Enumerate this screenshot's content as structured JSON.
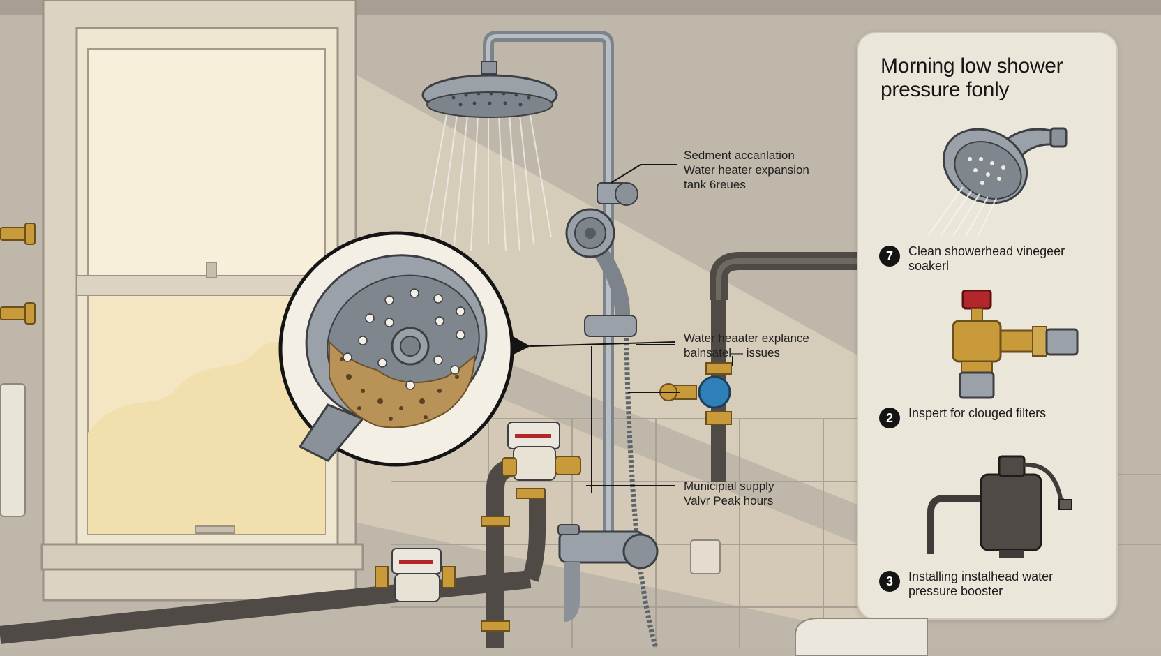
{
  "colors": {
    "wall": "#bdb5a8",
    "window_light": "#f3e9cf",
    "chrome": "#9aa1a8",
    "pipe_dark": "#4f4a46",
    "brass": "#c99a3a",
    "sediment": "#b89256",
    "panel_bg": "#ebe6da",
    "valve_red": "#b3262a",
    "valve_blue": "#2f7fb8"
  },
  "callouts": [
    {
      "lines": [
        "Sedment accanlation",
        "Water heater expansion",
        "tank 6reues"
      ]
    },
    {
      "lines": [
        "Water heaater explance",
        "balnsatel— issues"
      ]
    },
    {
      "lines": [
        "Municipial supply",
        "Valvr Peak hours"
      ]
    }
  ],
  "panel": {
    "title": "Morning low shower pressure fonly",
    "steps": [
      {
        "num": "7",
        "text": "Clean showerhead vinegeer soakerl",
        "icon": "handheld-showerhead-icon"
      },
      {
        "num": "2",
        "text": "Inspert for clouged filters",
        "icon": "filter-valve-icon"
      },
      {
        "num": "3",
        "text": "Installing instalhead water pressure booster",
        "icon": "pressure-booster-pump-icon"
      }
    ]
  }
}
